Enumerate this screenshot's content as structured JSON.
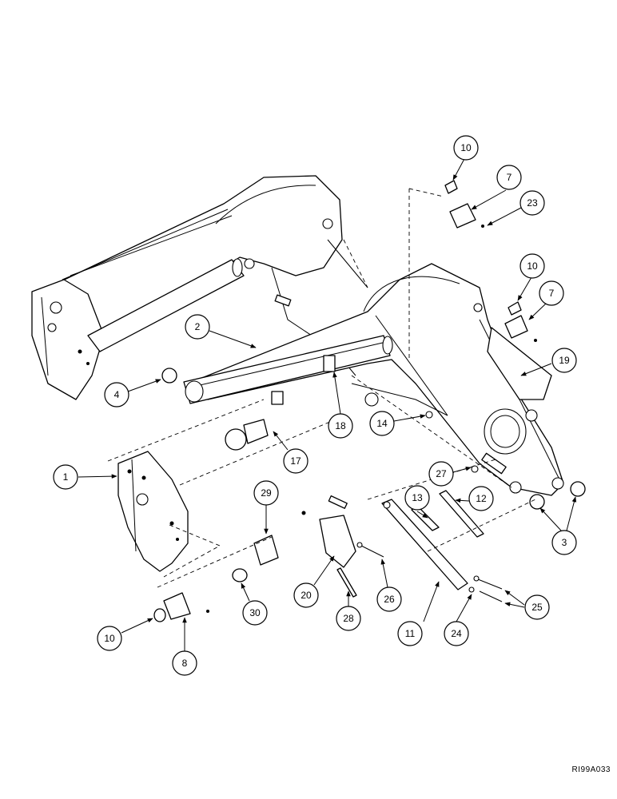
{
  "figure_ref": "RI99A033",
  "callouts": [
    "1",
    "2",
    "3",
    "4",
    "7",
    "7",
    "8",
    "10",
    "10",
    "10",
    "11",
    "12",
    "13",
    "14",
    "17",
    "18",
    "19",
    "20",
    "23",
    "24",
    "25",
    "26",
    "27",
    "28",
    "29",
    "30"
  ]
}
